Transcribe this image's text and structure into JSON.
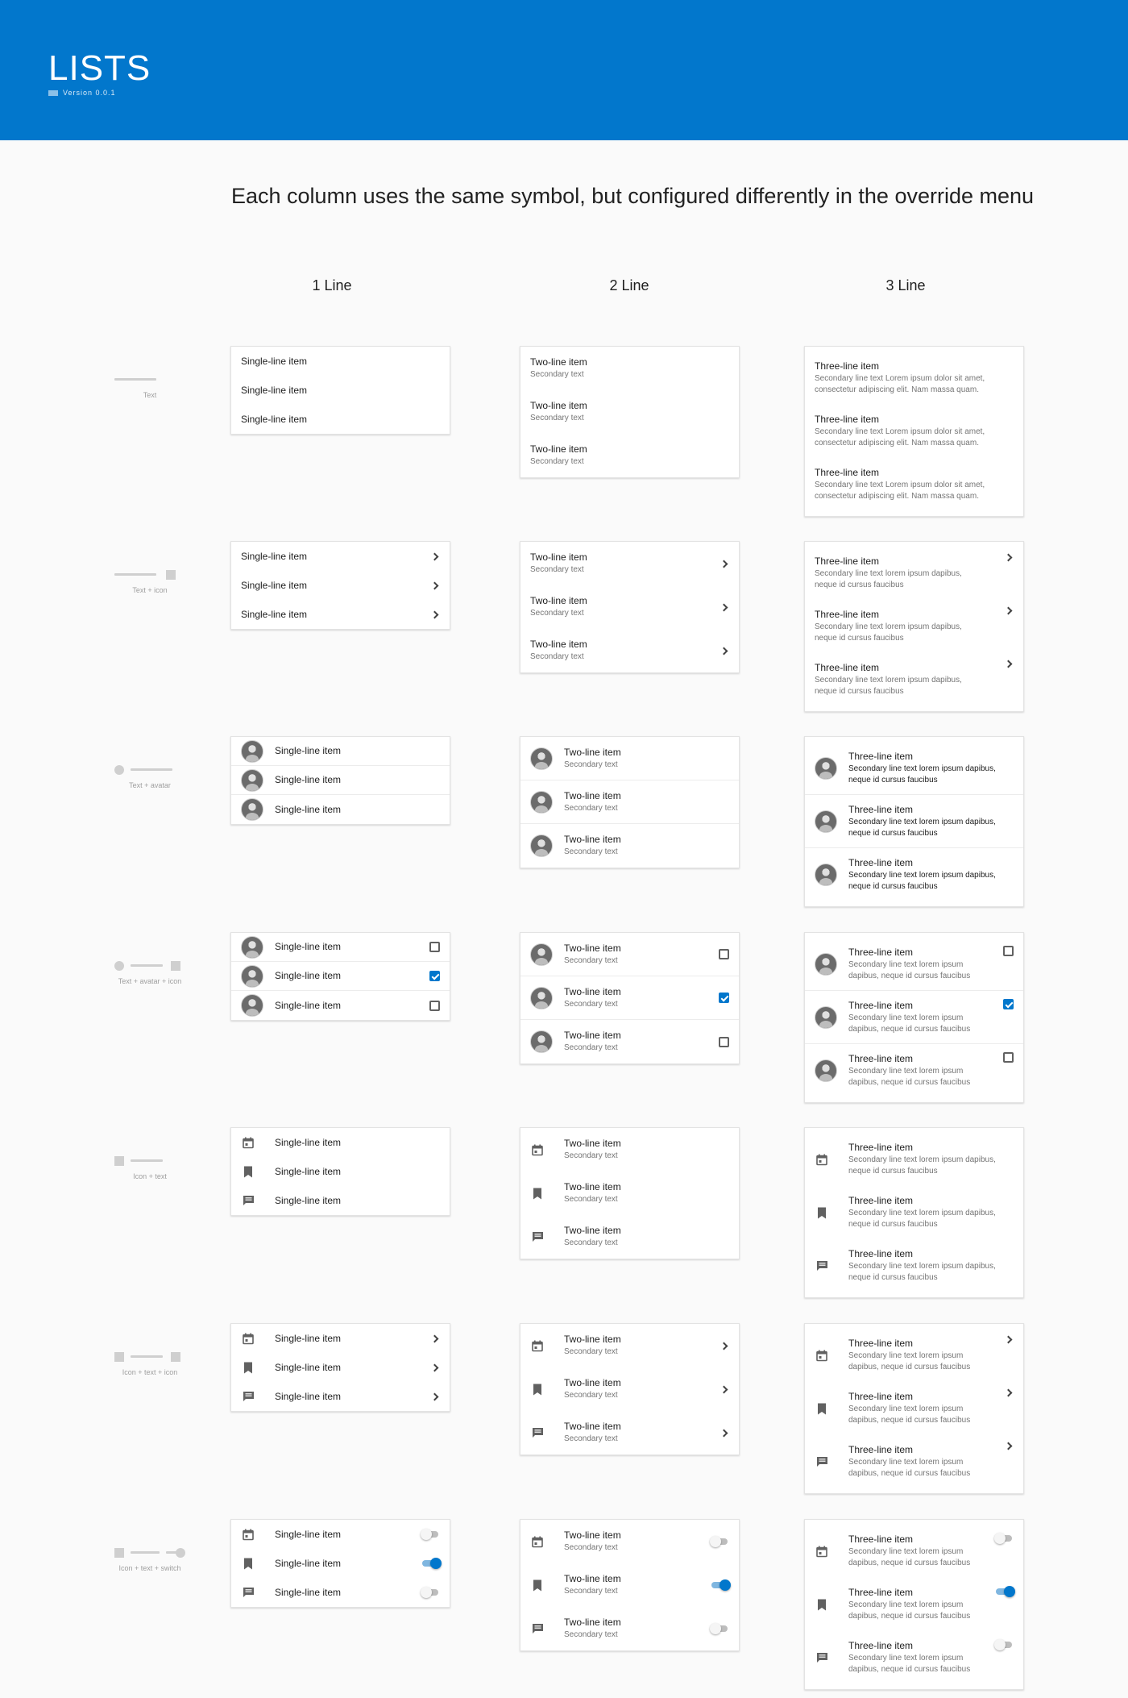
{
  "header": {
    "title": "LISTS",
    "version": "Version 0.0.1"
  },
  "subtitle": "Each column uses the same symbol, but configured differently in the override menu",
  "columns": [
    "1 Line",
    "2 Line",
    "3 Line"
  ],
  "row_labels": [
    "Text",
    "Text + icon",
    "Text + avatar",
    "Text + avatar + icon",
    "Icon + text",
    "Icon + text + icon",
    "Icon + text + switch"
  ],
  "lines": {
    "one": "Single-line item",
    "two": "Two-line item",
    "two_secondary": "Secondary text",
    "three": "Three-line item",
    "three_secondary_text": "Secondary line text Lorem ipsum dolor sit amet, consectetur adipiscing elit. Nam massa quam.",
    "three_secondary_short": "Secondary line text lorem ipsum dapibus, neque id cursus faucibus"
  },
  "checkbox_states": [
    false,
    true,
    false
  ],
  "switch_states": [
    false,
    true,
    false
  ],
  "icons": [
    "calendar-icon",
    "bookmark-icon",
    "message-icon"
  ],
  "colors": {
    "accent": "#0277cc",
    "header_bg": "#0277cc"
  }
}
